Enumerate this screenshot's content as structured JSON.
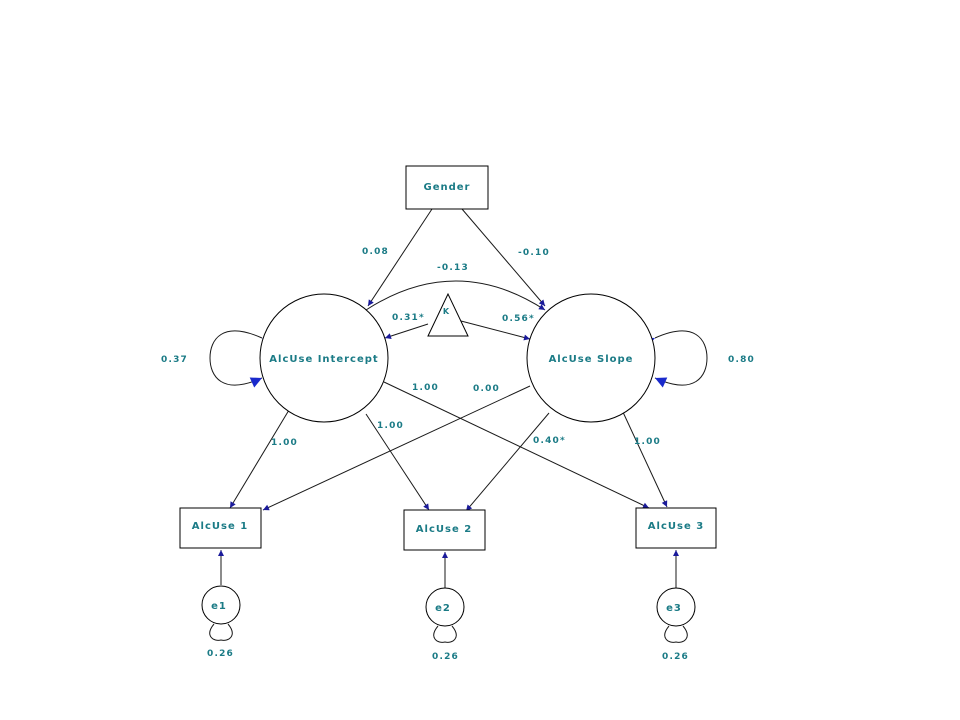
{
  "nodes": {
    "gender": "Gender",
    "intercept": "AlcUse Intercept",
    "slope": "AlcUse Slope",
    "constant": "K",
    "alcuse1": "AlcUse 1",
    "alcuse2": "AlcUse 2",
    "alcuse3": "AlcUse 3",
    "e1": "e1",
    "e2": "e2",
    "e3": "e3"
  },
  "estimates": {
    "gender_to_intercept": "0.08",
    "gender_to_slope": "-0.10",
    "intercept_slope_cov": "-0.13",
    "k_to_intercept": "0.31*",
    "k_to_slope": "0.56*",
    "intercept_variance": "0.37",
    "slope_variance": "0.80",
    "intercept_to_alcuse1": "1.00",
    "intercept_to_alcuse2": "1.00",
    "intercept_to_alcuse3": "1.00",
    "slope_to_alcuse1": "0.00",
    "slope_to_alcuse2": "0.40*",
    "slope_to_alcuse3": "1.00",
    "e1_variance": "0.26",
    "e2_variance": "0.26",
    "e3_variance": "0.26"
  },
  "colors": {
    "label": "#1b7b86",
    "arrowhead": "#1a1a9a",
    "line": "#1a1a1a"
  }
}
